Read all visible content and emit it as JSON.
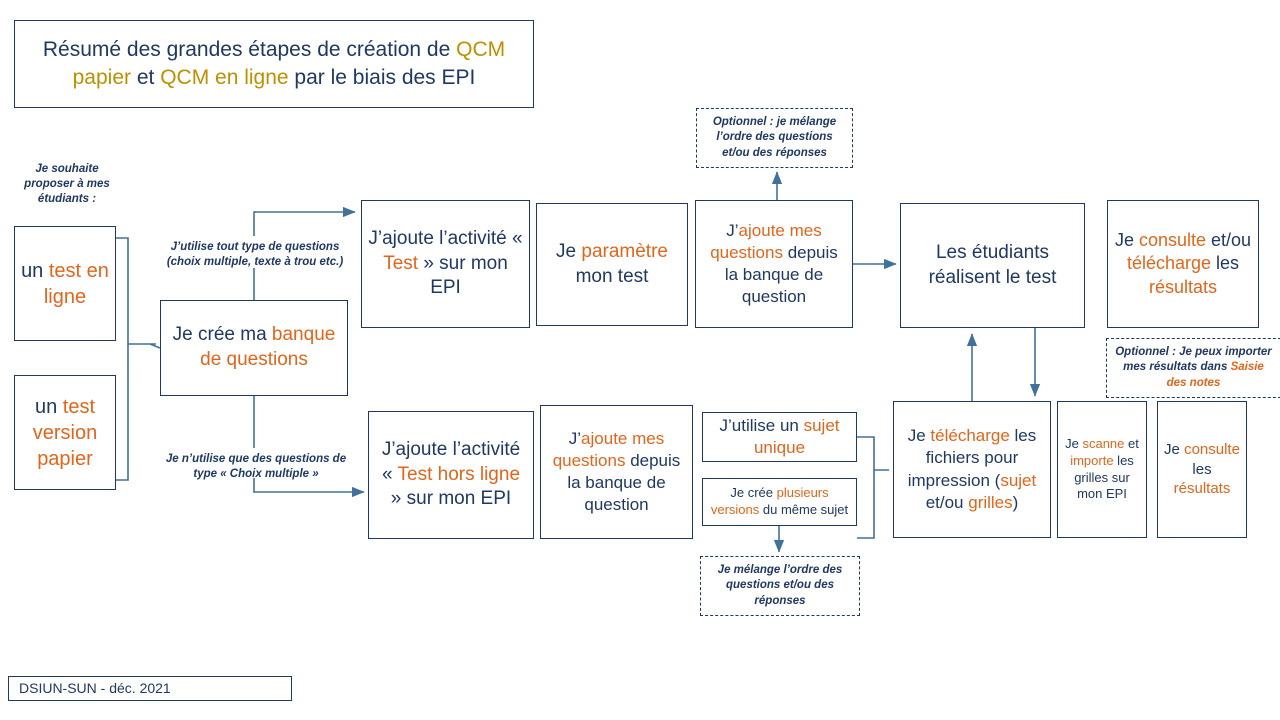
{
  "title": {
    "line1_a": "Résumé des grandes étapes de création de ",
    "line1_b": "QCM papier",
    "line1_c": " et ",
    "line1_d": "QCM en ligne",
    "line1_e": " par le biais des EPI"
  },
  "footer": {
    "text": "DSIUN-SUN - déc. 2021"
  },
  "colors": {
    "navy": "#1F3864",
    "orange": "#E3651B",
    "gold": "#BF8F00",
    "connector": "#41719C"
  },
  "left_column": {
    "intro_label": "Je souhaite proposer à mes étudiants :",
    "option_online": {
      "plain1": "un ",
      "accent1": "test en ligne"
    },
    "option_paper": {
      "plain1": "un ",
      "accent1": "test version papier"
    }
  },
  "bank": {
    "plain1": "Je crée ma ",
    "accent1": "banque de questions"
  },
  "branch_labels": {
    "all_types": "J’utilise tout type de questions (choix multiple, texte à trou etc.)",
    "mcq_only": "Je n’utilise que des questions de type « Choix multiple »"
  },
  "top_row": [
    {
      "name": "add-test-activity",
      "plain1": "J’ajoute l’activité « ",
      "accent1": "Test",
      "plain2": " » sur mon EPI"
    },
    {
      "name": "configure-test",
      "plain1": "Je ",
      "accent1": "paramètre",
      "plain2": " mon test"
    },
    {
      "name": "add-questions-from-bank-online",
      "plain1": "J’",
      "accent1": "ajoute mes questions",
      "plain2": " depuis la banque de question"
    },
    {
      "name": "students-take-test",
      "plain1": "Les étudiants réalisent le test"
    },
    {
      "name": "consult-download-results",
      "plain1": "Je ",
      "accent1": "consulte",
      "plain2": " et/ou ",
      "accent2": "télécharge",
      "plain3": " les ",
      "accent3": "résultats"
    }
  ],
  "bottom_row": [
    {
      "name": "add-offline-test-activity",
      "plain1": "J’ajoute l’activité « ",
      "accent1": "Test hors ligne",
      "plain2": " » sur mon EPI"
    },
    {
      "name": "add-questions-from-bank-offline",
      "plain1": "J’",
      "accent1": "ajoute mes questions",
      "plain2": " depuis la banque de question"
    },
    {
      "name": "single-subject",
      "plain1": "J’utilise un ",
      "accent1": "sujet unique"
    },
    {
      "name": "multiple-versions",
      "plain1": "Je crée ",
      "accent1": "plusieurs versions",
      "plain2": " du même sujet"
    },
    {
      "name": "download-print-files",
      "plain1": "Je ",
      "accent1": "télécharge",
      "plain2": " les fichiers pour impression (",
      "accent2": "sujet",
      "plain3": " et/ou ",
      "accent3": "grilles",
      "plain4": ")"
    },
    {
      "name": "scan-import-grids",
      "plain1": "Je ",
      "accent1": "scanne",
      "plain2": " et ",
      "accent2": "importe",
      "plain3": " les grilles sur mon EPI"
    },
    {
      "name": "consult-results",
      "plain1": "Je ",
      "accent1": "consulte",
      "plain2": " les ",
      "accent2": "résultats"
    }
  ],
  "notes": {
    "optional_shuffle_top": "Optionnel : je mélange l’ordre des questions et/ou des réponses",
    "optional_import_grades": {
      "plain1": "Optionnel : Je peux importer mes résultats dans ",
      "accent1": "Saisie des notes"
    },
    "shuffle_bottom": "Je mélange l’ordre des questions et/ou des réponses"
  }
}
